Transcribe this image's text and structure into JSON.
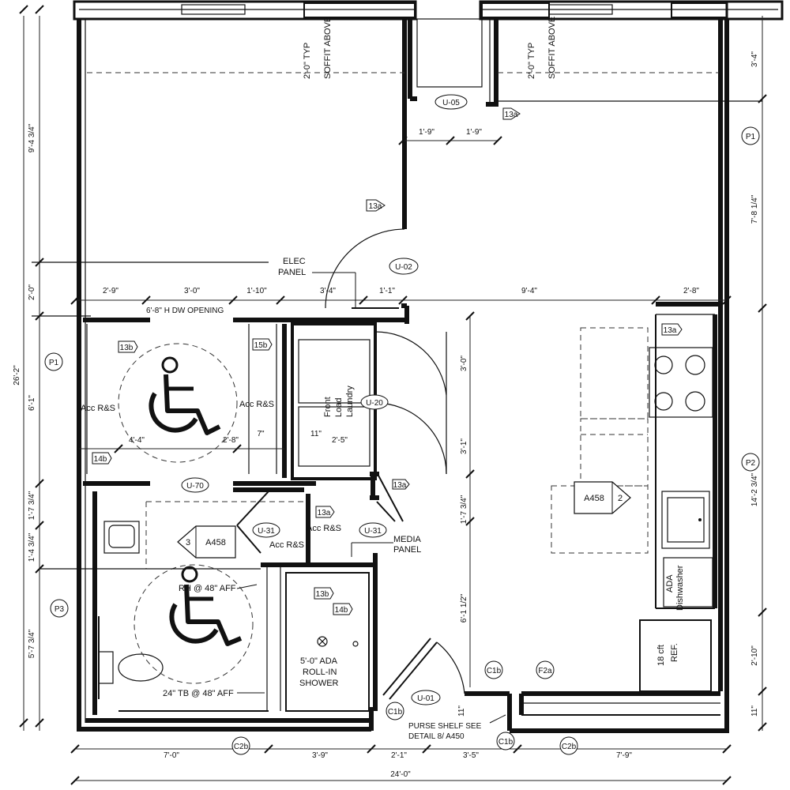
{
  "walls": {
    "soffit_note": "2'-0\" TYP",
    "soffit_above": "SOFFIT ABOVE"
  },
  "rooms": {
    "elec_panel_1": "ELEC",
    "elec_panel_2": "PANEL",
    "door_opening": "6'-8\" H DW OPENING",
    "acc_rs": "Acc R&S",
    "laundry_1": "Front",
    "laundry_2": "Load",
    "laundry_3": "Laundry",
    "media_1": "MEDIA",
    "media_2": "PANEL",
    "rh_note": "RH @ 48\" AFF",
    "tb_note": "24\" TB @ 48\" AFF",
    "shower_1": "5'-0\" ADA",
    "shower_2": "ROLL-IN",
    "shower_3": "SHOWER",
    "dishwasher_1": "ADA",
    "dishwasher_2": "Dishwasher",
    "ref_1": "18 cft",
    "ref_2": "REF.",
    "purse_1": "PURSE SHELF SEE",
    "purse_2": "DETAIL 8/ A450"
  },
  "tags": {
    "u05": "U-05",
    "u02": "U-02",
    "u20": "U-20",
    "u70": "U-70",
    "u31": "U-31",
    "u01": "U-01",
    "t13a": "13a",
    "t13b": "13b",
    "t14b": "14b",
    "t15b": "15b",
    "p1": "P1",
    "p2": "P2",
    "p3": "P3",
    "c1b": "C1b",
    "c2b": "C2b",
    "f2a": "F2a"
  },
  "section_marks": {
    "a458": "A458",
    "num2": "2",
    "num3": "3"
  },
  "dims": {
    "d2_9": "2'-9\"",
    "d3_0": "3'-0\"",
    "d1_10": "1'-10\"",
    "d3_4": "3'-4\"",
    "d1_1": "1'-1\"",
    "d9_4": "9'-4\"",
    "d2_8": "2'-8\"",
    "d1_9": "1'-9\"",
    "d4_4": "4'-4\"",
    "d7": "7\"",
    "d11": "11\"",
    "d2_5": "2'-5\"",
    "d3_1": "3'-1\"",
    "d1_7_34": "1'-7 3/4\"",
    "d6_1_12": "6'-1 1/2\"",
    "d3_4b": "3'-4\"",
    "d7_8_14": "7'-8 1/4\"",
    "d14_2_34": "14'-2 3/4\"",
    "d2_10": "2'-10\"",
    "d9_4_34": "9'-4 3/4\"",
    "d2_0": "2'-0\"",
    "d26_2": "26'-2\"",
    "d6_1": "6'-1\"",
    "d1_4_34": "1'-4 3/4\"",
    "d5_7_34": "5'-7 3/4\"",
    "d7_0": "7'-0\"",
    "d3_9": "3'-9\"",
    "d2_1": "2'-1\"",
    "d3_5": "3'-5\"",
    "d7_9": "7'-9\"",
    "d24_0": "24'-0\""
  }
}
